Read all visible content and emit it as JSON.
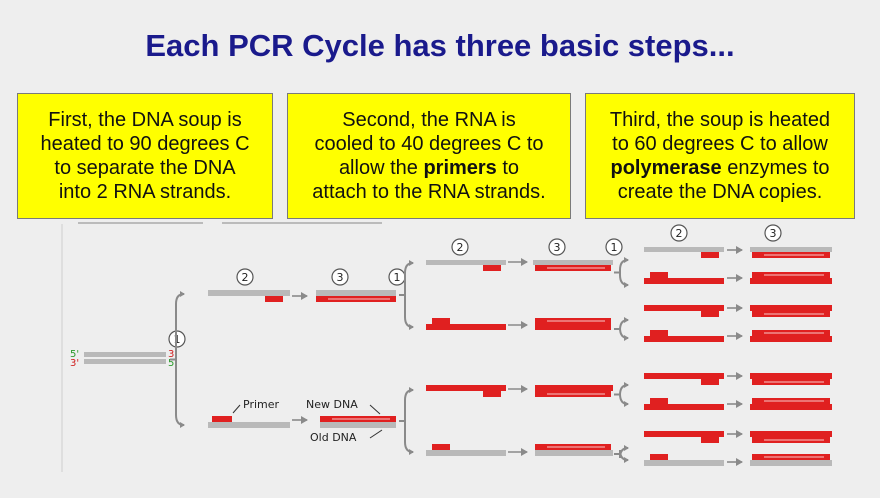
{
  "title": "Each PCR Cycle has three basic steps...",
  "steps": [
    {
      "lines": [
        "First, the DNA soup is",
        "heated to 90 degrees C",
        "to separate the DNA",
        "into 2 RNA strands."
      ],
      "bold": null
    },
    {
      "lines": [
        "Second, the RNA is",
        "cooled to 40 degrees C to",
        "allow the |primers| to",
        "attach to the RNA strands."
      ],
      "bold": "primers"
    },
    {
      "lines": [
        "Third, the soup is heated",
        "to 60 degrees C to allow",
        "|polymerase| enzymes to",
        "create the DNA copies."
      ],
      "bold": "polymerase"
    }
  ],
  "diagram": {
    "step_numbers": [
      "1",
      "2",
      "3"
    ],
    "end_labels": {
      "five_prime": "5'",
      "three_prime": "3'"
    },
    "labels": {
      "primer": "Primer",
      "new_dna": "New DNA",
      "old_dna": "Old DNA"
    },
    "colors": {
      "old_strand": "#b9b9b9",
      "new_strand": "#e02020",
      "arrow": "#8a8a8a",
      "five_prime": "#2a9a2a",
      "three_prime": "#d02020"
    }
  }
}
